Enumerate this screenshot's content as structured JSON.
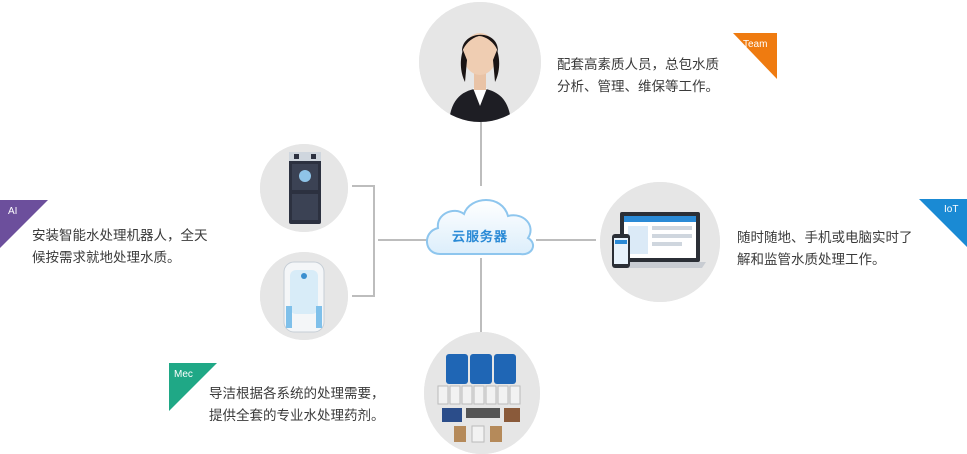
{
  "hub": {
    "label": "云服务器"
  },
  "team": {
    "badge": "Team",
    "badge_color": "#ef7b10",
    "lines": [
      "配套高素质人员，总包水质",
      "分析、管理、维保等工作。"
    ]
  },
  "ai": {
    "badge": "AI",
    "badge_color": "#6c4f9c",
    "lines": [
      "安装智能水处理机器人，全天",
      "候按需求就地处理水质。"
    ]
  },
  "iot": {
    "badge": "IoT",
    "badge_color": "#1a8ad4",
    "lines": [
      "随时随地、手机或电脑实时了",
      "解和监管水质处理工作。"
    ]
  },
  "mec": {
    "badge": "Mec",
    "badge_color": "#1fa886",
    "lines": [
      "导洁根据各系统的处理需要，",
      "提供全套的专业水处理药剂。"
    ]
  },
  "colors": {
    "connector": "#bdbdbd",
    "circle_bg": "#e6e6e6",
    "cloud_text": "#2a8ad6"
  },
  "icons": {
    "hub": "cloud-icon",
    "team": "person-photo",
    "ai": "water-robot-machines",
    "iot": "laptop-phone-dashboard",
    "mec": "chemical-containers"
  }
}
